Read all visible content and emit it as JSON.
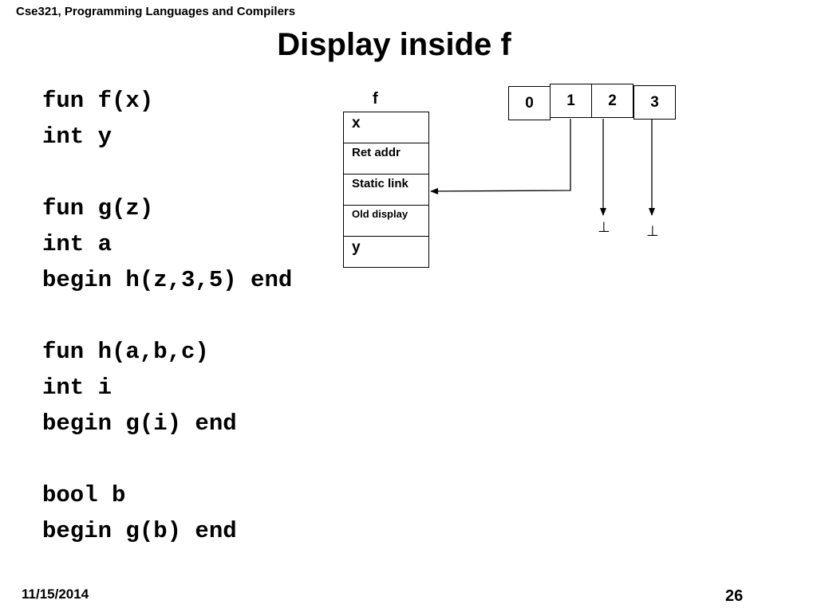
{
  "course": "Cse321, Programming Languages and Compilers",
  "title": "Display inside f",
  "code_lines": [
    "fun f(x)",
    "int y",
    "",
    "fun g(z)",
    "int a",
    "begin h(z,3,5) end",
    "",
    "fun h(a,b,c)",
    "int i",
    "begin g(i) end",
    "",
    "bool b",
    "begin g(b) end"
  ],
  "frame": {
    "label": "f",
    "slots": [
      "x",
      "Ret addr",
      "Static link",
      "Old  display",
      "y"
    ]
  },
  "display": [
    "0",
    "1",
    "2",
    "3"
  ],
  "bottom_symbol": "⊥",
  "footer": {
    "date": "11/15/2014",
    "page": "26"
  }
}
